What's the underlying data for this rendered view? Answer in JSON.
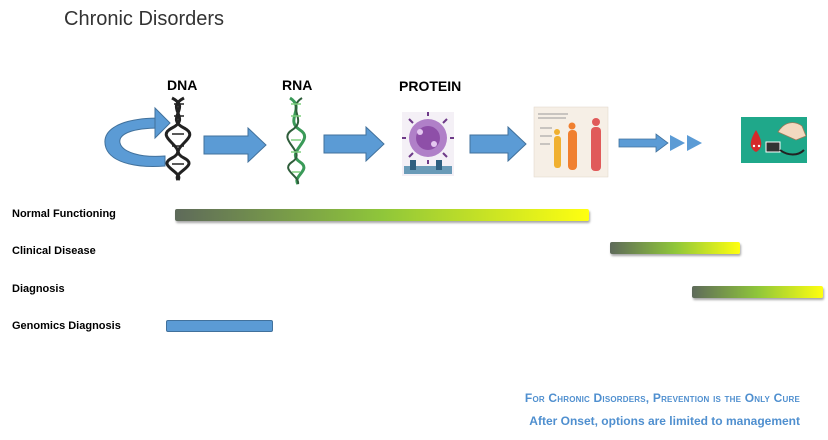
{
  "title": "Chronic Disorders",
  "stages": {
    "dna": "DNA",
    "rna": "RNA",
    "protein": "PROTEIN"
  },
  "rows": {
    "normal": "Normal Functioning",
    "clinical": "Clinical Disease",
    "diagnosis": "Diagnosis",
    "genomics": "Genomics Diagnosis"
  },
  "tagline": {
    "line1": "For Chronic Disorders, Prevention is the Only Cure",
    "line2": "After Onset, options are limited to management"
  },
  "colors": {
    "arrow": "#5b9bd5",
    "bar_start": "#5e6a5a",
    "bar_mid": "#8fc63a",
    "bar_end": "#ffff10",
    "tagline": "#4f8fcf"
  }
}
